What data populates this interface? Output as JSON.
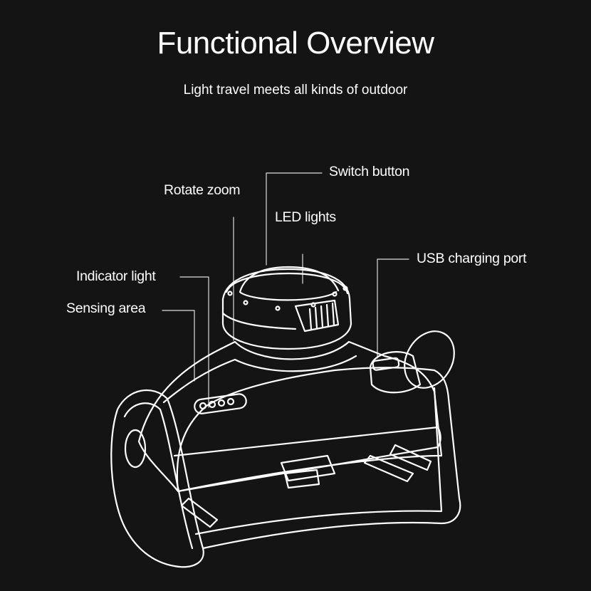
{
  "header": {
    "title": "Functional Overview",
    "subtitle": "Light travel meets all kinds of outdoor"
  },
  "callouts": [
    {
      "id": "switch-button",
      "label": "Switch button"
    },
    {
      "id": "rotate-zoom",
      "label": "Rotate zoom"
    },
    {
      "id": "led-lights",
      "label": "LED lights"
    },
    {
      "id": "usb-charging-port",
      "label": "USB charging port"
    },
    {
      "id": "indicator-light",
      "label": "Indicator light"
    },
    {
      "id": "sensing-area",
      "label": "Sensing area"
    }
  ],
  "colors": {
    "background": "#141414",
    "line": "#ffffff"
  }
}
